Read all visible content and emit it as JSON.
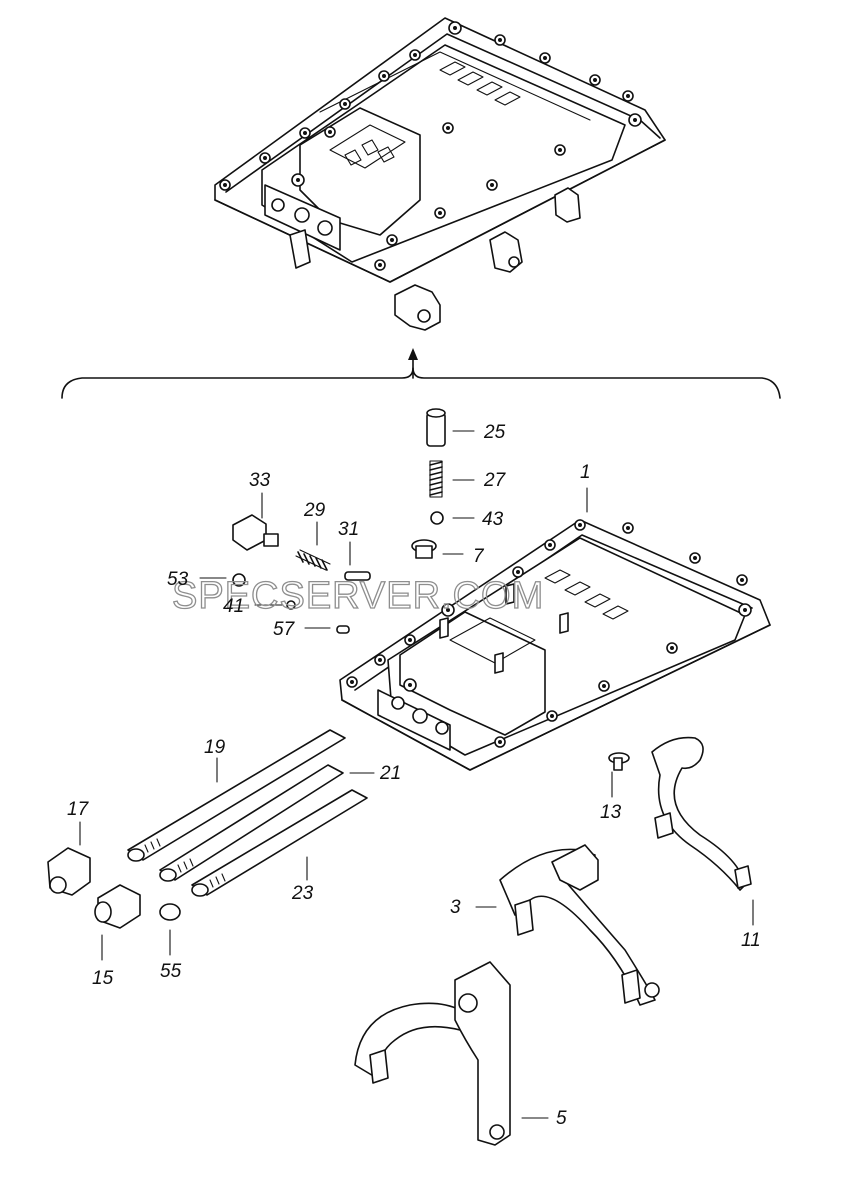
{
  "watermark": "SPECSERVER.COM",
  "labels": {
    "l1": "1",
    "l3": "3",
    "l5": "5",
    "l7": "7",
    "l11": "11",
    "l13": "13",
    "l15": "15",
    "l17": "17",
    "l19": "19",
    "l21": "21",
    "l23": "23",
    "l25": "25",
    "l27": "27",
    "l29": "29",
    "l31": "31",
    "l33": "33",
    "l41": "41",
    "l43": "43",
    "l53": "53",
    "l55": "55",
    "l57": "57"
  }
}
